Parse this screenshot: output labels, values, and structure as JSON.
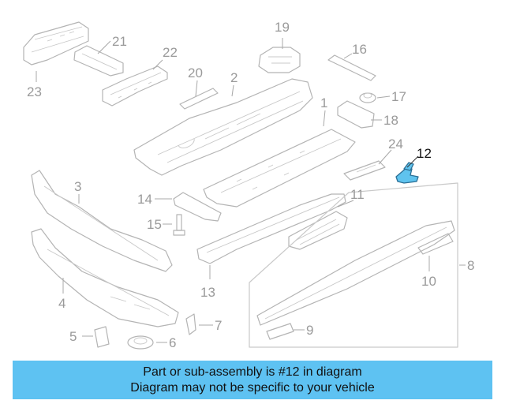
{
  "diagram": {
    "callouts": [
      {
        "id": "1",
        "label": "1"
      },
      {
        "id": "2",
        "label": "2"
      },
      {
        "id": "3",
        "label": "3"
      },
      {
        "id": "4",
        "label": "4"
      },
      {
        "id": "5",
        "label": "5"
      },
      {
        "id": "6",
        "label": "6"
      },
      {
        "id": "7",
        "label": "7"
      },
      {
        "id": "8",
        "label": "8"
      },
      {
        "id": "9",
        "label": "9"
      },
      {
        "id": "10",
        "label": "10"
      },
      {
        "id": "11",
        "label": "11"
      },
      {
        "id": "12",
        "label": "12"
      },
      {
        "id": "13",
        "label": "13"
      },
      {
        "id": "14",
        "label": "14"
      },
      {
        "id": "15",
        "label": "15"
      },
      {
        "id": "16",
        "label": "16"
      },
      {
        "id": "17",
        "label": "17"
      },
      {
        "id": "18",
        "label": "18"
      },
      {
        "id": "19",
        "label": "19"
      },
      {
        "id": "20",
        "label": "20"
      },
      {
        "id": "21",
        "label": "21"
      },
      {
        "id": "22",
        "label": "22"
      },
      {
        "id": "23",
        "label": "23"
      },
      {
        "id": "24",
        "label": "24"
      }
    ],
    "highlighted_part": "12",
    "highlight_color": "#5fc3ee",
    "part_line_color": "#b4b4b4"
  },
  "banner": {
    "line1": "Part or sub-assembly is #12 in diagram",
    "line2": "Diagram may not be specific to your vehicle",
    "background": "#5ec2f2"
  }
}
